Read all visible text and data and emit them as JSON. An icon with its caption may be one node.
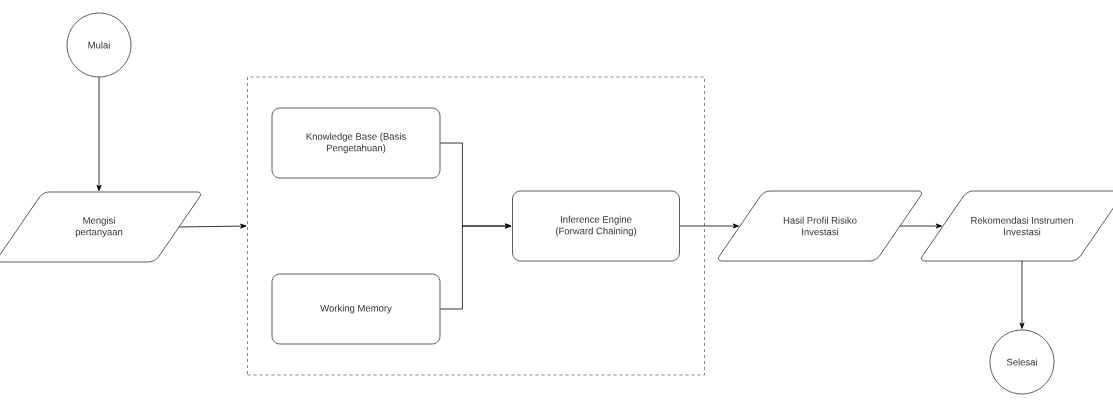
{
  "diagram": {
    "nodes": [
      {
        "text": [
          "Mulai"
        ]
      },
      {
        "text": [
          "Mengisi pertanyaan"
        ]
      },
      {
        "text": [],
        "shape": "box"
      },
      {
        "text": [
          "Knowledge Base (Basis Pengetahuan)"
        ],
        "in": 2
      },
      {
        "text": [
          "Working Memory"
        ],
        "in": 2
      },
      {
        "text": [
          "Inference Engine (Forward Chaining)"
        ],
        "in": 2
      },
      {
        "text": [
          "Hasil Profil Risiko Investasi"
        ]
      },
      {
        "text": [
          "Rekomendasi Instrumen Investasi"
        ]
      },
      {
        "text": [
          "Selesai"
        ]
      }
    ],
    "edges": [
      {
        "from": 0,
        "to": 1,
        "arrow": "to"
      },
      {
        "from": 1,
        "to": 2,
        "arrow": "to"
      },
      {
        "from": 3,
        "to": 5,
        "arrow": "to"
      },
      {
        "from": 4,
        "to": 5,
        "arrow": "to"
      },
      {
        "from": 5,
        "to": 6,
        "arrow": "to"
      },
      {
        "from": 6,
        "to": 7,
        "arrow": "to"
      },
      {
        "from": 7,
        "to": 8,
        "arrow": "to"
      }
    ]
  }
}
